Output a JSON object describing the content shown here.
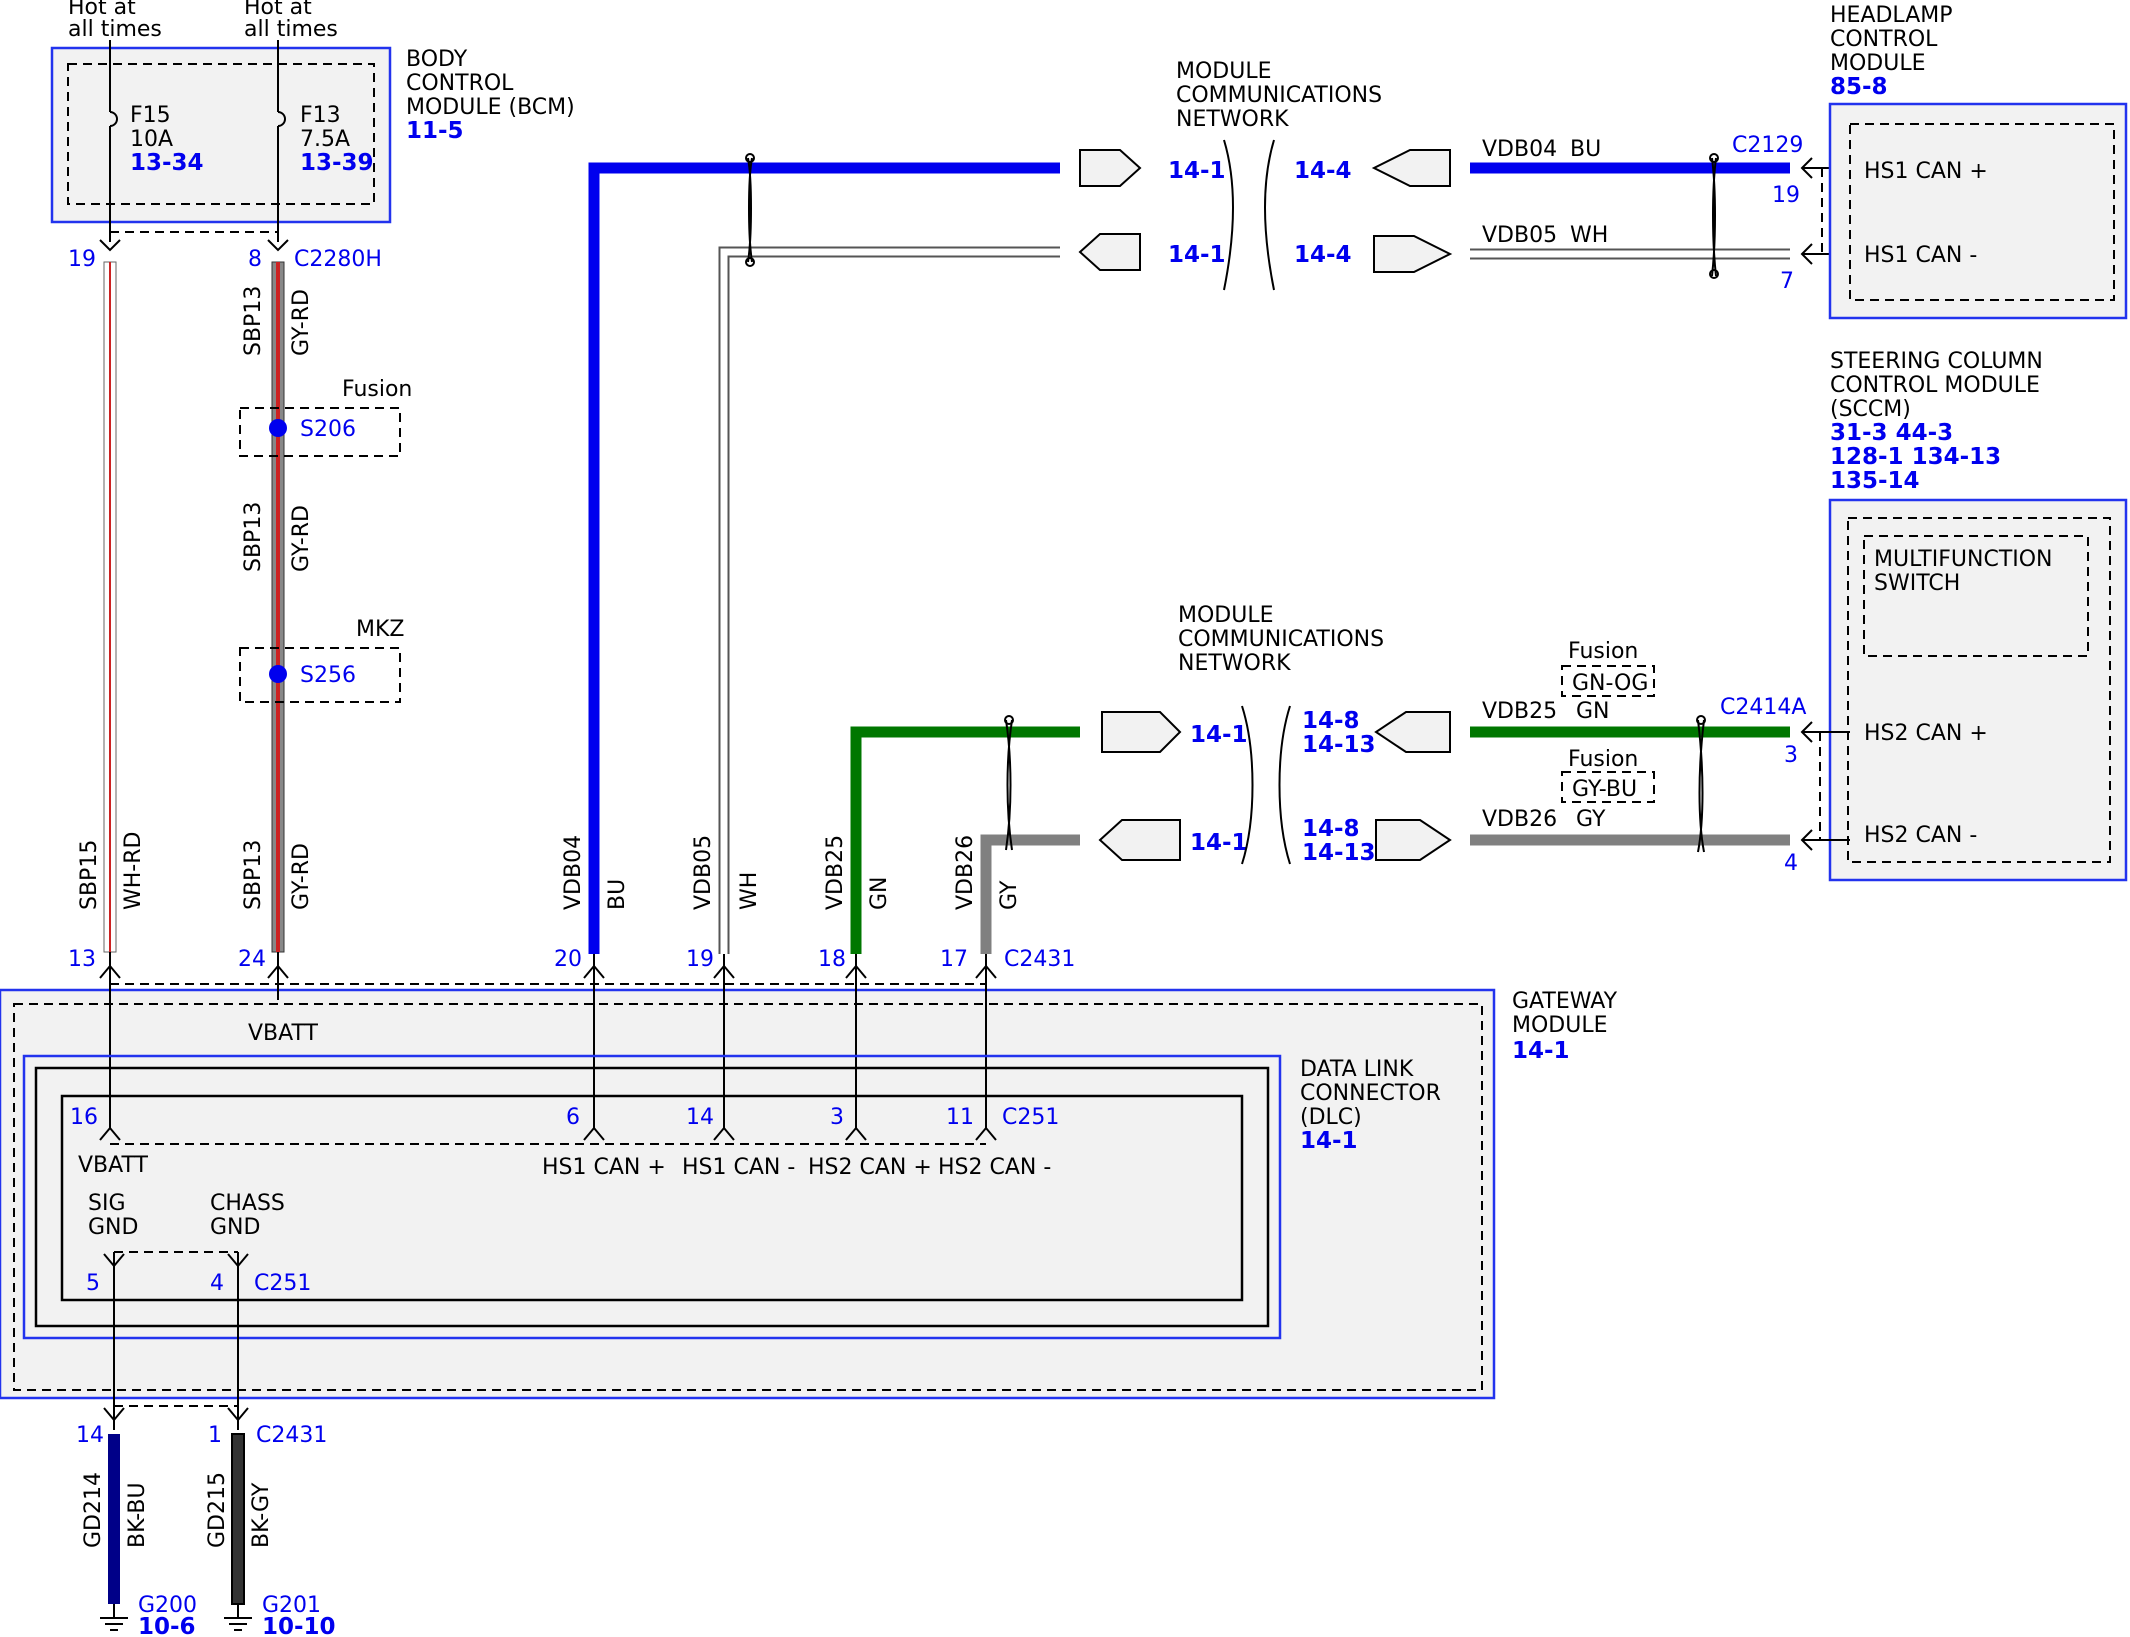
{
  "top": {
    "hot_left": [
      "Hot at",
      "all times"
    ],
    "hot_right": [
      "Hot at",
      "all times"
    ]
  },
  "bcm": {
    "name": [
      "BODY",
      "CONTROL",
      "MODULE (BCM)"
    ],
    "ref": "11-5",
    "fuse1": {
      "id": "F15",
      "rating": "10A",
      "ref": "13-34"
    },
    "fuse2": {
      "id": "F13",
      "rating": "7.5A",
      "ref": "13-39"
    },
    "pin_left": "19",
    "pin_right": "8",
    "connector": "C2280H"
  },
  "wires_left": {
    "sbp15_circuit": "SBP15",
    "sbp15_color": "WH-RD",
    "sbp13_circuit": "SBP13",
    "sbp13_color": "GY-RD",
    "splice1_label": "Fusion",
    "splice1_id": "S206",
    "splice2_label": "MKZ",
    "splice2_id": "S256"
  },
  "network_top": {
    "title": [
      "MODULE",
      "COMMUNICATIONS",
      "NETWORK"
    ],
    "left_ref_1": "14-1",
    "left_ref_2": "14-1",
    "right_ref_1": "14-4",
    "right_ref_2": "14-4",
    "wire1": "VDB04",
    "wire1_color": "BU",
    "wire2": "VDB05",
    "wire2_color": "WH"
  },
  "headlamp": {
    "name": [
      "HEADLAMP",
      "CONTROL",
      "MODULE"
    ],
    "ref": "85-8",
    "connector": "C2129",
    "pin_1": "19",
    "pin_2": "7",
    "can_plus": "HS1 CAN +",
    "can_minus": "HS1 CAN -"
  },
  "sccm": {
    "name": [
      "STEERING COLUMN",
      "CONTROL MODULE",
      "(SCCM)"
    ],
    "refs": [
      "31-3  44-3",
      "128-1  134-13",
      "135-14"
    ],
    "inner": [
      "MULTIFUNCTION",
      "SWITCH"
    ],
    "connector": "C2414A",
    "pin_1": "3",
    "pin_2": "4",
    "can_plus": "HS2 CAN +",
    "can_minus": "HS2 CAN -"
  },
  "network_mid": {
    "title": [
      "MODULE",
      "COMMUNICATIONS",
      "NETWORK"
    ],
    "left_ref_1": "14-1",
    "left_ref_2": "14-1",
    "right_ref_1": [
      "14-8",
      "14-13"
    ],
    "right_ref_2": [
      "14-8",
      "14-13"
    ],
    "wire1": "VDB25",
    "wire1_color": "GN",
    "wire2": "VDB26",
    "wire2_color": "GY",
    "fusion1_label": "Fusion",
    "fusion1_color": "GN-OG",
    "fusion2_label": "Fusion",
    "fusion2_color": "GY-BU"
  },
  "vertical_wires": {
    "vdb04": "VDB04",
    "vdb04_color": "BU",
    "vdb05": "VDB05",
    "vdb05_color": "WH",
    "vdb25": "VDB25",
    "vdb25_color": "GN",
    "vdb26": "VDB26",
    "vdb26_color": "GY"
  },
  "gateway": {
    "name": [
      "GATEWAY",
      "MODULE"
    ],
    "ref": "14-1",
    "connector": "C2431",
    "pins": [
      "13",
      "24",
      "20",
      "19",
      "18",
      "17"
    ],
    "vbatt": "VBATT"
  },
  "dlc": {
    "name": [
      "DATA LINK",
      "CONNECTOR",
      "(DLC)"
    ],
    "ref": "14-1",
    "connector": "C251",
    "pins": [
      "16",
      "6",
      "14",
      "3",
      "11"
    ],
    "vbatt": "VBATT",
    "hs1_plus": "HS1 CAN +",
    "hs1_minus": "HS1 CAN -",
    "hs2_plus": "HS2 CAN +",
    "hs2_minus": "HS2 CAN -",
    "sig_gnd": [
      "SIG",
      "GND"
    ],
    "chass_gnd": [
      "CHASS",
      "GND"
    ],
    "gnd_pin_1": "5",
    "gnd_pin_2": "4",
    "gnd_connector": "C251"
  },
  "grounds": {
    "pin_1": "14",
    "pin_2": "1",
    "connector": "C2431",
    "gd214": "GD214",
    "gd214_color": "BK-BU",
    "gd215": "GD215",
    "gd215_color": "BK-GY",
    "g200": "G200",
    "g200_ref": "10-6",
    "g201": "G201",
    "g201_ref": "10-10"
  },
  "colors": {
    "blue_wire": "#0000ee",
    "green_wire": "#007700",
    "gray_wire": "#808080",
    "red_stripe": "#cc2222",
    "module_border": "#2233ee"
  }
}
